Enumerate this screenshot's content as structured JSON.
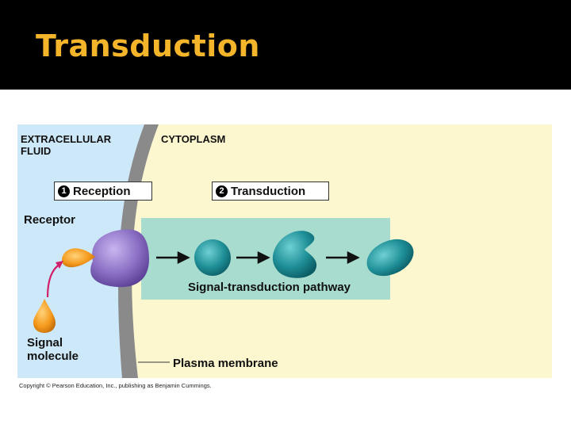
{
  "slide": {
    "title": "Transduction"
  },
  "figure": {
    "regions": {
      "extracellular": "EXTRACELLULAR FLUID",
      "cytoplasm": "CYTOPLASM"
    },
    "steps": [
      {
        "number": "1",
        "label": "Reception"
      },
      {
        "number": "2",
        "label": "Transduction"
      }
    ],
    "labels": {
      "receptor": "Receptor",
      "signal_molecule": "Signal molecule",
      "pathway": "Signal-transduction pathway",
      "plasma_membrane": "Plasma membrane"
    },
    "colors": {
      "extracellular": "#cde8f8",
      "cytoplasm": "#fdf7cf",
      "membrane": "#8a8a8a",
      "pathway_band": "#a8dccf",
      "receptor": "#8a6fc4",
      "signal_molecule": "#f59a1c",
      "relay_molecule": "#1f8f97",
      "arrow": "#d0216a"
    }
  },
  "copyright": "Copyright © Pearson Education, Inc., publishing as Benjamin Cummings."
}
